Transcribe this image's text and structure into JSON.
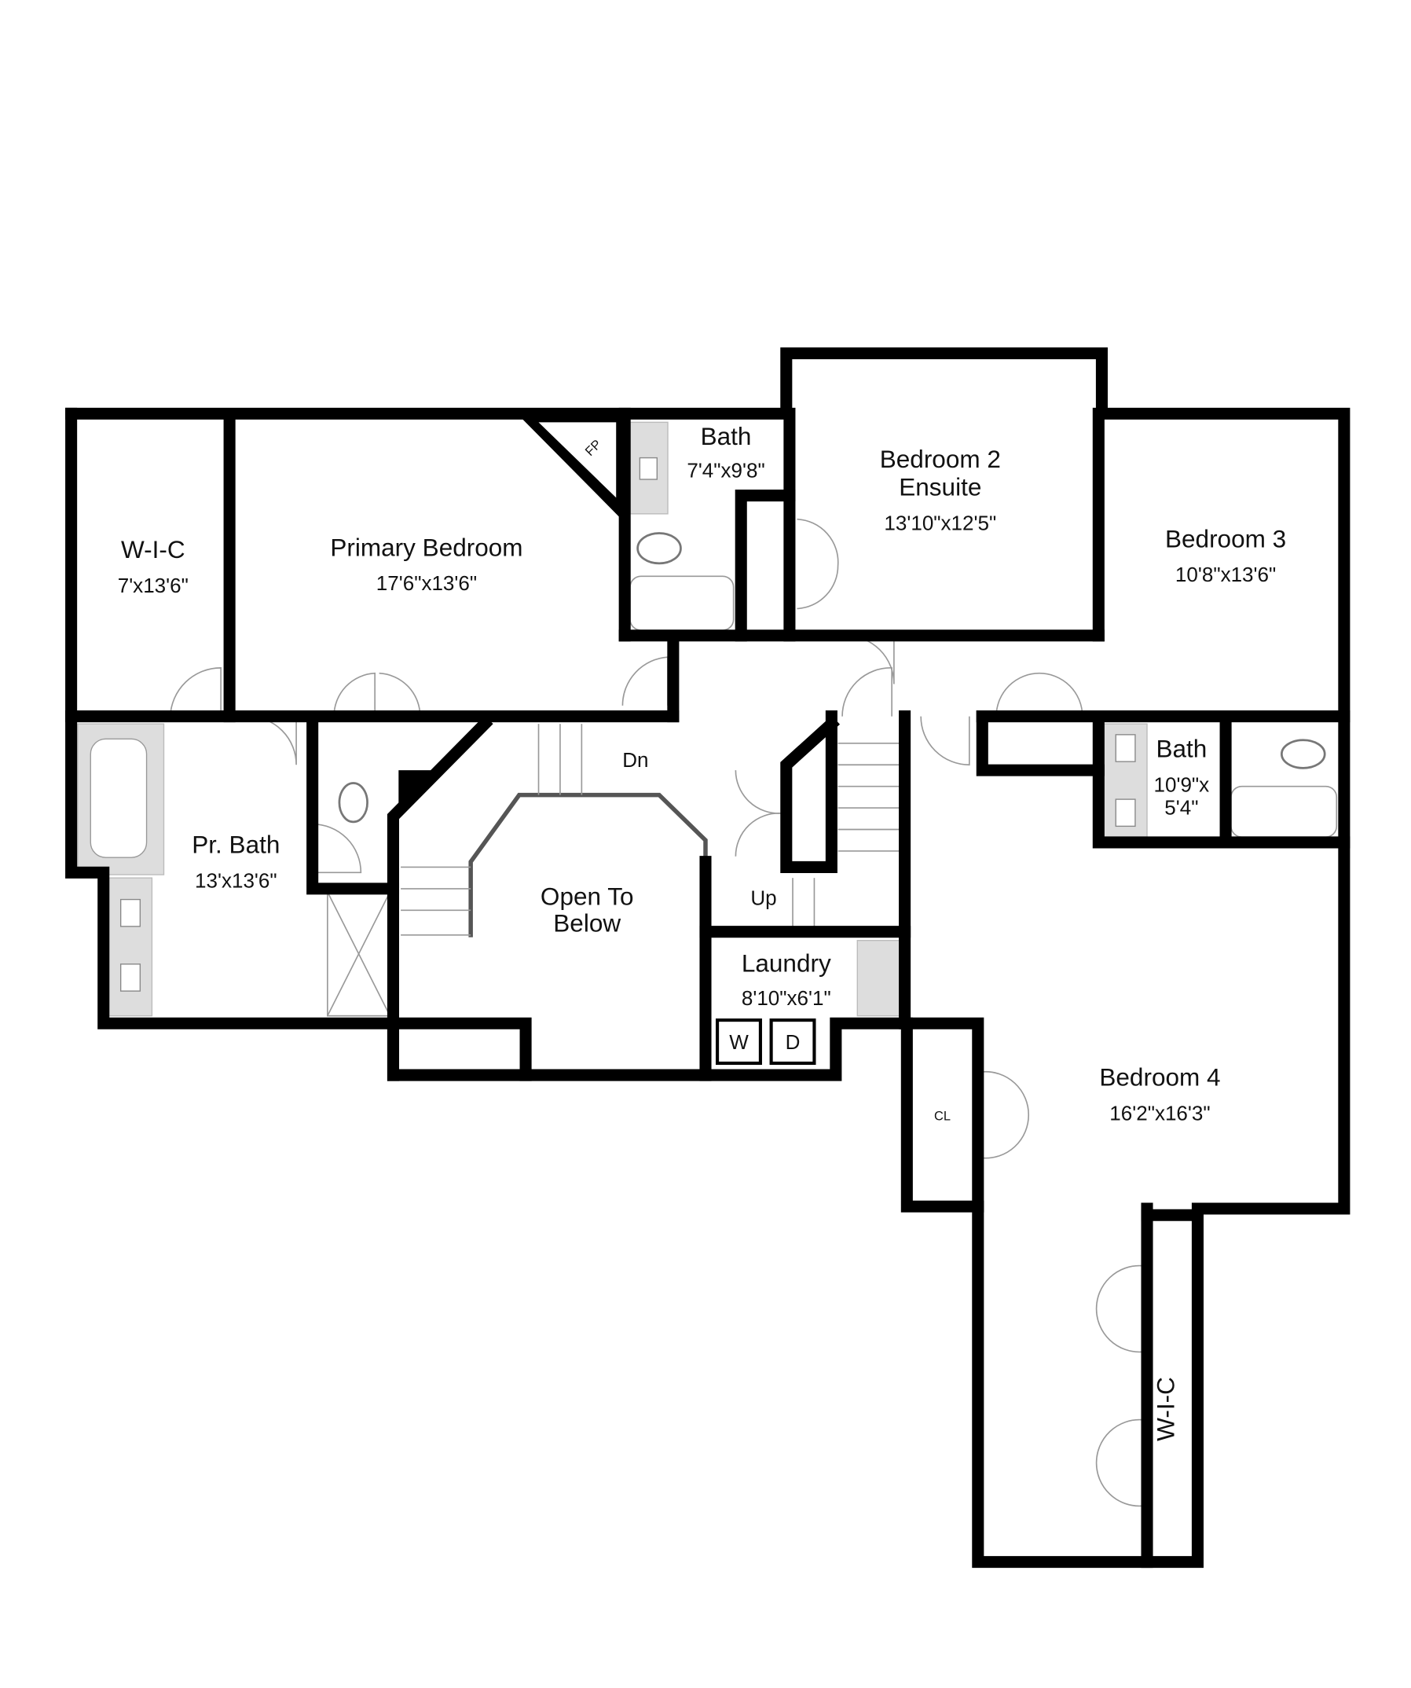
{
  "rooms": [
    {
      "name": "W-I-C",
      "dims": "7'x13'6\""
    },
    {
      "name": "Primary Bedroom",
      "dims": "17'6\"x13'6\""
    },
    {
      "name": "Bath",
      "dims": "7'4\"x9'8\""
    },
    {
      "name": "Bedroom 2",
      "name2": "Ensuite",
      "dims": "13'10\"x12'5\""
    },
    {
      "name": "Bedroom 3",
      "dims": "10'8\"x13'6\""
    },
    {
      "name": "Pr. Bath",
      "dims": "13'x13'6\""
    },
    {
      "name": "Bath",
      "dims": "10'9\"x",
      "dims2": "5'4\""
    },
    {
      "name": "Open To",
      "name2": "Below"
    },
    {
      "name": "Laundry",
      "dims": "8'10\"x6'1\""
    },
    {
      "name": "Bedroom 4",
      "dims": "16'2\"x16'3\""
    },
    {
      "name": "W-I-C"
    }
  ],
  "labels": {
    "fp": "FP",
    "dn": "Dn",
    "up": "Up",
    "cl": "CL",
    "washer": "W",
    "dryer": "D"
  },
  "colors": {
    "wall": "#000000",
    "fixture": "#dddddd"
  }
}
